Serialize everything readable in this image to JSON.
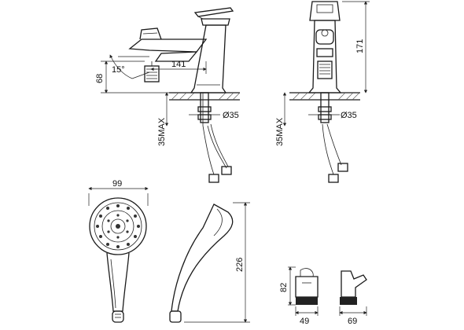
{
  "dimensions": {
    "angle": "15°",
    "spout_reach": "141",
    "spout_height": "68",
    "max_thickness_left": "35MAX",
    "hole_diameter_left": "Ø35",
    "hole_diameter_right": "Ø35",
    "max_thickness_right": "35MAX",
    "faucet_height": "171",
    "shower_head_width": "99",
    "shower_length": "226",
    "holder_height": "82",
    "holder_width": "49",
    "holder_depth": "69"
  }
}
